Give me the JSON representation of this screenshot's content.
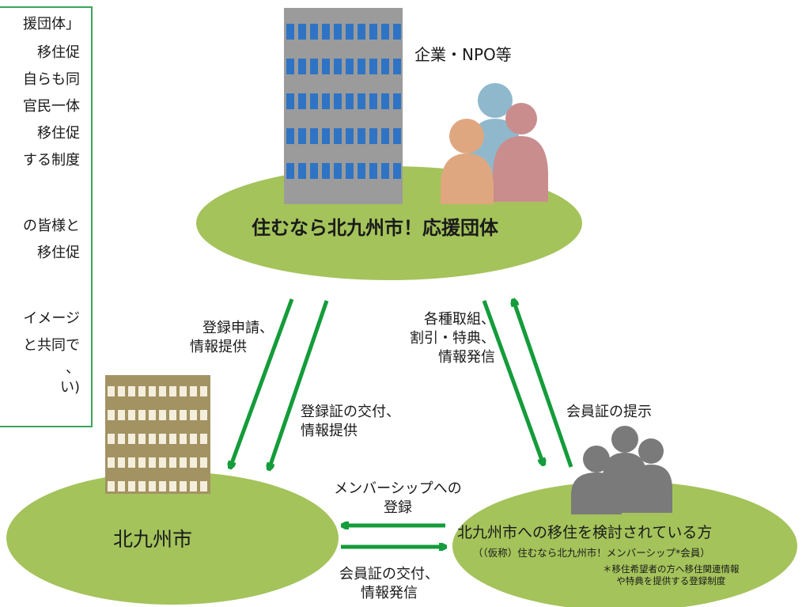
{
  "left_panel": {
    "lines": [
      "援団体」",
      "移住促",
      "自らも同",
      "官民一体",
      "移住促",
      "する制度",
      "の皆様と",
      "移住促",
      "イメージ",
      "と共同で",
      "、",
      "い)"
    ]
  },
  "top_node": {
    "caption": "企業・NPO等",
    "title": "住むなら北九州市！応援団体"
  },
  "left_node": {
    "title": "北九州市"
  },
  "right_node": {
    "title": "北九州市への移住を検討されている方",
    "subtitle": "（（仮称）住むなら北九州市！メンバーシップ*会員）",
    "note_lines": [
      "＊移住希望者の方へ移住関連情報",
      "や特典を提供する登録制度"
    ]
  },
  "flows": {
    "city_to_group": [
      "登録申請、",
      "情報提供"
    ],
    "group_to_city": [
      "登録証の交付、",
      "情報提供"
    ],
    "group_to_member": [
      "各種取組、",
      "割引・特典、",
      "情報発信"
    ],
    "member_to_group": [
      "会員証の提示"
    ],
    "member_to_city": [
      "メンバーシップへの",
      "登録"
    ],
    "city_to_member": [
      "会員証の交付、",
      "情報発信"
    ]
  },
  "colors": {
    "ellipse": "#a4c35b",
    "arrow": "#149c3a",
    "box_border": "#3ba55d",
    "tower": "#9b9b9b",
    "tower_window": "#2f74c4",
    "city_building": "#a39363",
    "city_window": "#f4eedc",
    "person_blue": "#8fb8cc",
    "person_red": "#c98d8d",
    "person_orange": "#dfa77f",
    "people_gray": "#7a7a7a"
  }
}
